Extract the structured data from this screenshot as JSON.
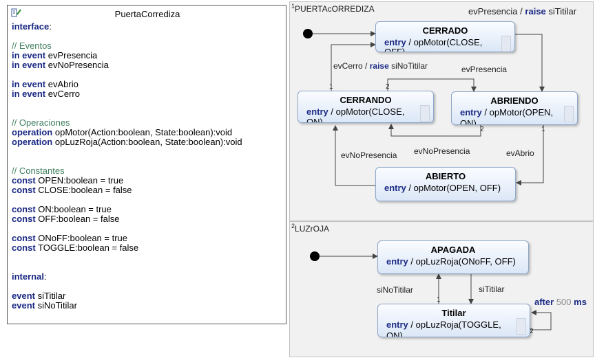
{
  "definition": {
    "title": "PuertaCorrediza",
    "interface_keyword": "interface",
    "events_comment": "// Eventos",
    "events": [
      {
        "kw": "in event",
        "name": "evPresencia"
      },
      {
        "kw": "in event",
        "name": "evNoPresencia"
      },
      {
        "kw": "in event",
        "name": "evAbrio"
      },
      {
        "kw": "in event",
        "name": "evCerro"
      }
    ],
    "ops_comment": "// Operaciones",
    "operations": [
      {
        "kw": "operation",
        "sig": "opMotor(Action:boolean, State:boolean):void"
      },
      {
        "kw": "operation",
        "sig": "opLuzRoja(Action:boolean, State:boolean):void"
      }
    ],
    "consts_comment": "// Constantes",
    "consts": [
      {
        "kw": "const",
        "text": "OPEN:boolean = true"
      },
      {
        "kw": "const",
        "text": "CLOSE:boolean = false"
      },
      {
        "kw": "const",
        "text": "ON:boolean = true"
      },
      {
        "kw": "const",
        "text": "OFF:boolean = false"
      },
      {
        "kw": "const",
        "text": "ONoFF:boolean = true"
      },
      {
        "kw": "const",
        "text": "TOGGLE:boolean = false"
      }
    ],
    "internal_keyword": "internal",
    "internal_events": [
      {
        "kw": "event",
        "name": "siTitilar"
      },
      {
        "kw": "event",
        "name": "siNoTitilar"
      }
    ]
  },
  "regions": {
    "puerta": {
      "number": "1",
      "name": "PUERTAcORREDIZA",
      "reaction": {
        "event": "evPresencia",
        "slash": "/",
        "kw": "raise",
        "target": "siTitilar"
      }
    },
    "luz": {
      "number": "2",
      "name": "LUZrOJA"
    }
  },
  "states": {
    "cerrado": {
      "name": "CERRADO",
      "kw": "entry",
      "action": "/ opMotor(CLOSE,",
      "action2": "OFF)"
    },
    "cerrando": {
      "name": "CERRANDO",
      "kw": "entry",
      "action": "/ opMotor(CLOSE,",
      "action2": "ON)"
    },
    "abriendo": {
      "name": "ABRIENDO",
      "kw": "entry",
      "action": "/ opMotor(OPEN,",
      "action2": "ON)"
    },
    "abierto": {
      "name": "ABIERTO",
      "kw": "entry",
      "action": "/ opMotor(OPEN, OFF)"
    },
    "apagada": {
      "name": "APAGADA",
      "kw": "entry",
      "action": "/ opLuzRoja(ONoFF, OFF)"
    },
    "titilar": {
      "name": "Titilar",
      "kw": "entry",
      "action": "/ opLuzRoja(TOGGLE,",
      "action2": "ON)"
    }
  },
  "transitions": {
    "cerro": {
      "event": "evCerro",
      "slash": "/",
      "kw": "raise",
      "target": "siNoTitilar"
    },
    "presencia_top": "evPresencia",
    "nopresencia_mid": "evNoPresencia",
    "nopresencia_left": "evNoPresencia",
    "abrio": "evAbrio",
    "sinotitilar": "siNoTitilar",
    "sititilar": "siTitilar",
    "after": {
      "kw": "after",
      "value": "500",
      "unit": "ms"
    }
  },
  "priorities": {
    "cerrando_1": "1",
    "cerrando_2": "2",
    "abriendo_2": "2",
    "abriendo_1": "1",
    "titilar_1": "1",
    "titilar_2": "2"
  },
  "colors": {
    "keyword": "#1b2a84",
    "comment": "#3f7f5f",
    "region_bg": "#f1f1f1",
    "state_border": "#8ea6c8"
  }
}
